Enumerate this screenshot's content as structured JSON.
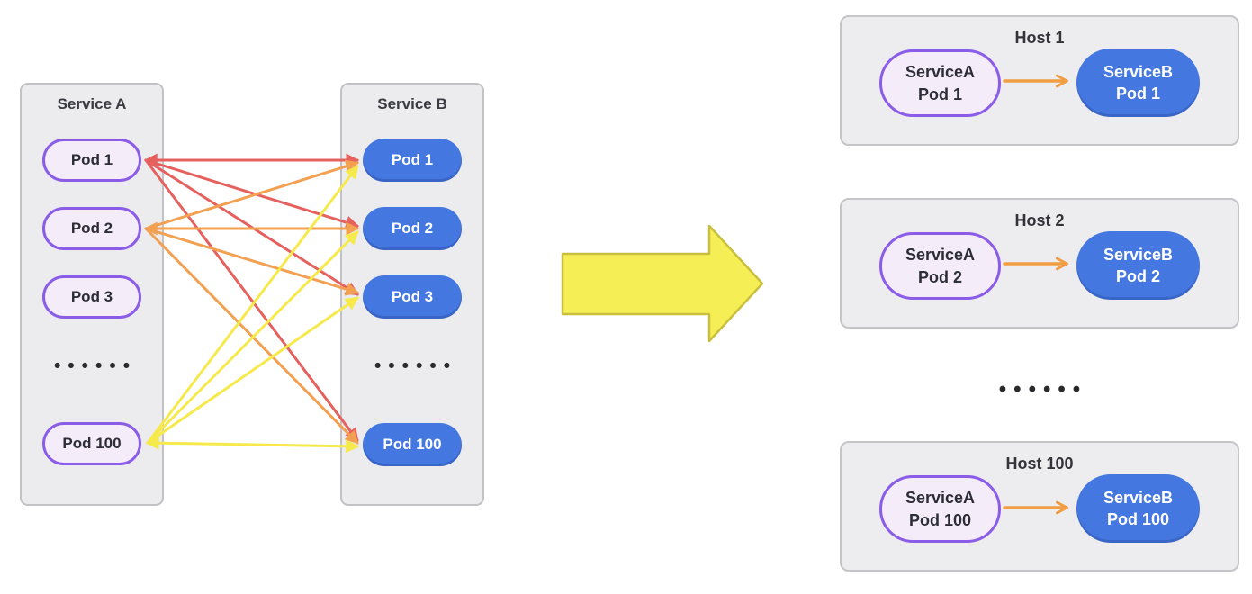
{
  "service_a": {
    "title": "Service A",
    "pods": [
      "Pod 1",
      "Pod 2",
      "Pod 3",
      "Pod 100"
    ],
    "ellipsis": "••••••"
  },
  "service_b": {
    "title": "Service B",
    "pods": [
      "Pod 1",
      "Pod 2",
      "Pod 3",
      "Pod 100"
    ],
    "ellipsis": "••••••"
  },
  "connections": [
    {
      "from": "Service A Pod 1",
      "to": "Service B Pod 1",
      "color": "#e6615e"
    },
    {
      "from": "Service A Pod 1",
      "to": "Service B Pod 2",
      "color": "#e6615e"
    },
    {
      "from": "Service A Pod 1",
      "to": "Service B Pod 3",
      "color": "#e6615e"
    },
    {
      "from": "Service A Pod 1",
      "to": "Service B Pod 100",
      "color": "#e6615e"
    },
    {
      "from": "Service A Pod 2",
      "to": "Service B Pod 1",
      "color": "#f2a052"
    },
    {
      "from": "Service A Pod 2",
      "to": "Service B Pod 2",
      "color": "#f2a052"
    },
    {
      "from": "Service A Pod 2",
      "to": "Service B Pod 3",
      "color": "#f2a052"
    },
    {
      "from": "Service A Pod 2",
      "to": "Service B Pod 100",
      "color": "#f2a052"
    },
    {
      "from": "Service A Pod 100",
      "to": "Service B Pod 1",
      "color": "#f6e94c"
    },
    {
      "from": "Service A Pod 100",
      "to": "Service B Pod 2",
      "color": "#f6e94c"
    },
    {
      "from": "Service A Pod 100",
      "to": "Service B Pod 3",
      "color": "#f6e94c"
    },
    {
      "from": "Service A Pod 100",
      "to": "Service B Pod 100",
      "color": "#f6e94c"
    }
  ],
  "hosts": [
    {
      "title": "Host 1",
      "pod_a": {
        "line1": "ServiceA",
        "line2": "Pod 1"
      },
      "pod_b": {
        "line1": "ServiceB",
        "line2": "Pod 1"
      }
    },
    {
      "title": "Host 2",
      "pod_a": {
        "line1": "ServiceA",
        "line2": "Pod 2"
      },
      "pod_b": {
        "line1": "ServiceB",
        "line2": "Pod 2"
      }
    },
    {
      "title": "Host 100",
      "pod_a": {
        "line1": "ServiceA",
        "line2": "Pod 100"
      },
      "pod_b": {
        "line1": "ServiceB",
        "line2": "Pod 100"
      }
    }
  ],
  "hosts_ellipsis": "••••••",
  "colors": {
    "pod_a_fill": "#f5ecfa",
    "pod_a_border": "#8a5ce8",
    "pod_b_fill": "#4577e0",
    "pod_b_text": "#ffffff",
    "edge_red": "#e6615e",
    "edge_orange": "#f2a052",
    "edge_yellow": "#f6e94c",
    "host_arrow": "#f09d43",
    "big_arrow_fill": "#f5ee55",
    "big_arrow_border": "#c9bf3e",
    "panel_fill": "#ececee",
    "panel_border": "#c2c2c5"
  }
}
